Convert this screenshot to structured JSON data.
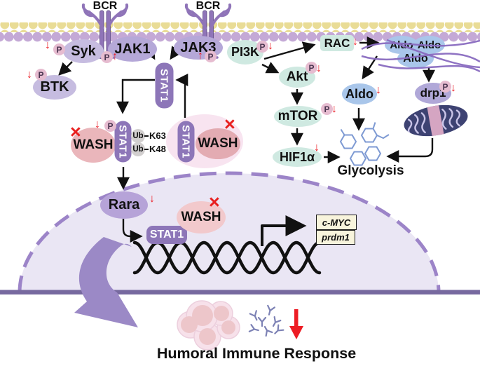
{
  "glyphs": {
    "p": "P",
    "up": "↑",
    "down": "↓",
    "cross": "×"
  },
  "receptors": {
    "bcr1": "BCR",
    "bcr2": "BCR"
  },
  "kinases": {
    "syk": "Syk",
    "btk": "BTK",
    "jak1": "JAK1",
    "jak3": "JAK3",
    "pi3k": "PI3K",
    "rac": "RAC",
    "akt": "Akt",
    "mtor": "mTOR",
    "hif1a": "HIF1α"
  },
  "stat1": "STAT1",
  "wash": "WASH",
  "ubiquitin": {
    "ub": "Ub",
    "k63": "K63",
    "k48": "K48"
  },
  "metabolism": {
    "aldo": "Aldo",
    "drp1": "drp1",
    "glycolysis": "Glycolysis"
  },
  "nucleus": {
    "rara": "Rara",
    "genes": {
      "cmyc": "c-MYC",
      "prdm1": "prdm1"
    }
  },
  "footer": {
    "caption": "Humoral Immune Response"
  },
  "colors": {
    "red": "#ec1c24",
    "membrane_yellow": "#e9dc96",
    "membrane_purple": "#c4a9d6",
    "stat1_purple": "#8d76b8",
    "nucleus_fill": "#eae6f4",
    "nucleus_border": "#9c84c8",
    "teal": "#cfe9e1",
    "wash_pink": "#eab6bb",
    "aldo_blue": "#a9c6ea",
    "big_arrow_purple": "#9b89c6",
    "mito_dark": "#3d4272"
  }
}
